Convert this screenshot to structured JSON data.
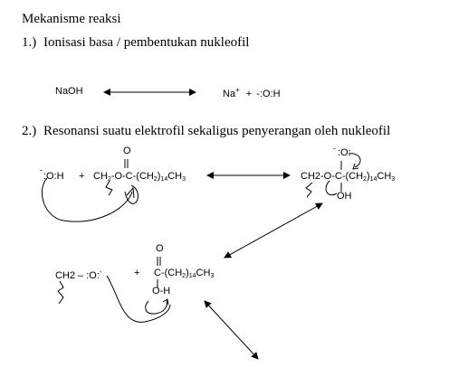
{
  "heading": "Mekanisme reaksi",
  "step1": {
    "number": "1.)",
    "title": "Ionisasi basa / pembentukan nukleofil",
    "reactant": "NaOH",
    "product_cation": "Na",
    "cation_charge": "+",
    "plus": "+",
    "anion_charge": "-",
    "product_anion": ":O:H"
  },
  "step2": {
    "number": "2.)",
    "title": "Resonansi suatu elektrofil sekaligus penyerangan oleh nukleofil",
    "nucleophile_charge": "-",
    "nucleophile": ":O:H",
    "plus": "+",
    "ester": {
      "prefix": "CH",
      "sub1": "2",
      "mid": "-O-C-(CH",
      "sub2": "2",
      "sub3": "14",
      "suffix": "CH",
      "sub4": "3",
      "carbonyl_o": "O"
    },
    "intermediate": {
      "prefix": "CH2-O-C-(CH",
      "sub1": "2",
      "sub2": "14",
      "suffix": "CH",
      "sub3": "3",
      "top_charge": "-",
      "top_o": ":O:",
      "bottom": "OH"
    },
    "products": {
      "left_prefix": "CH2 – :O:",
      "left_charge": "-",
      "plus": "+",
      "acid_top_o": "O",
      "acid_chain_prefix": "C-(CH",
      "acid_sub1": "2",
      "acid_sub2": "14",
      "acid_chain_suffix": "CH",
      "acid_sub3": "3",
      "acid_oh": "O-H"
    }
  }
}
